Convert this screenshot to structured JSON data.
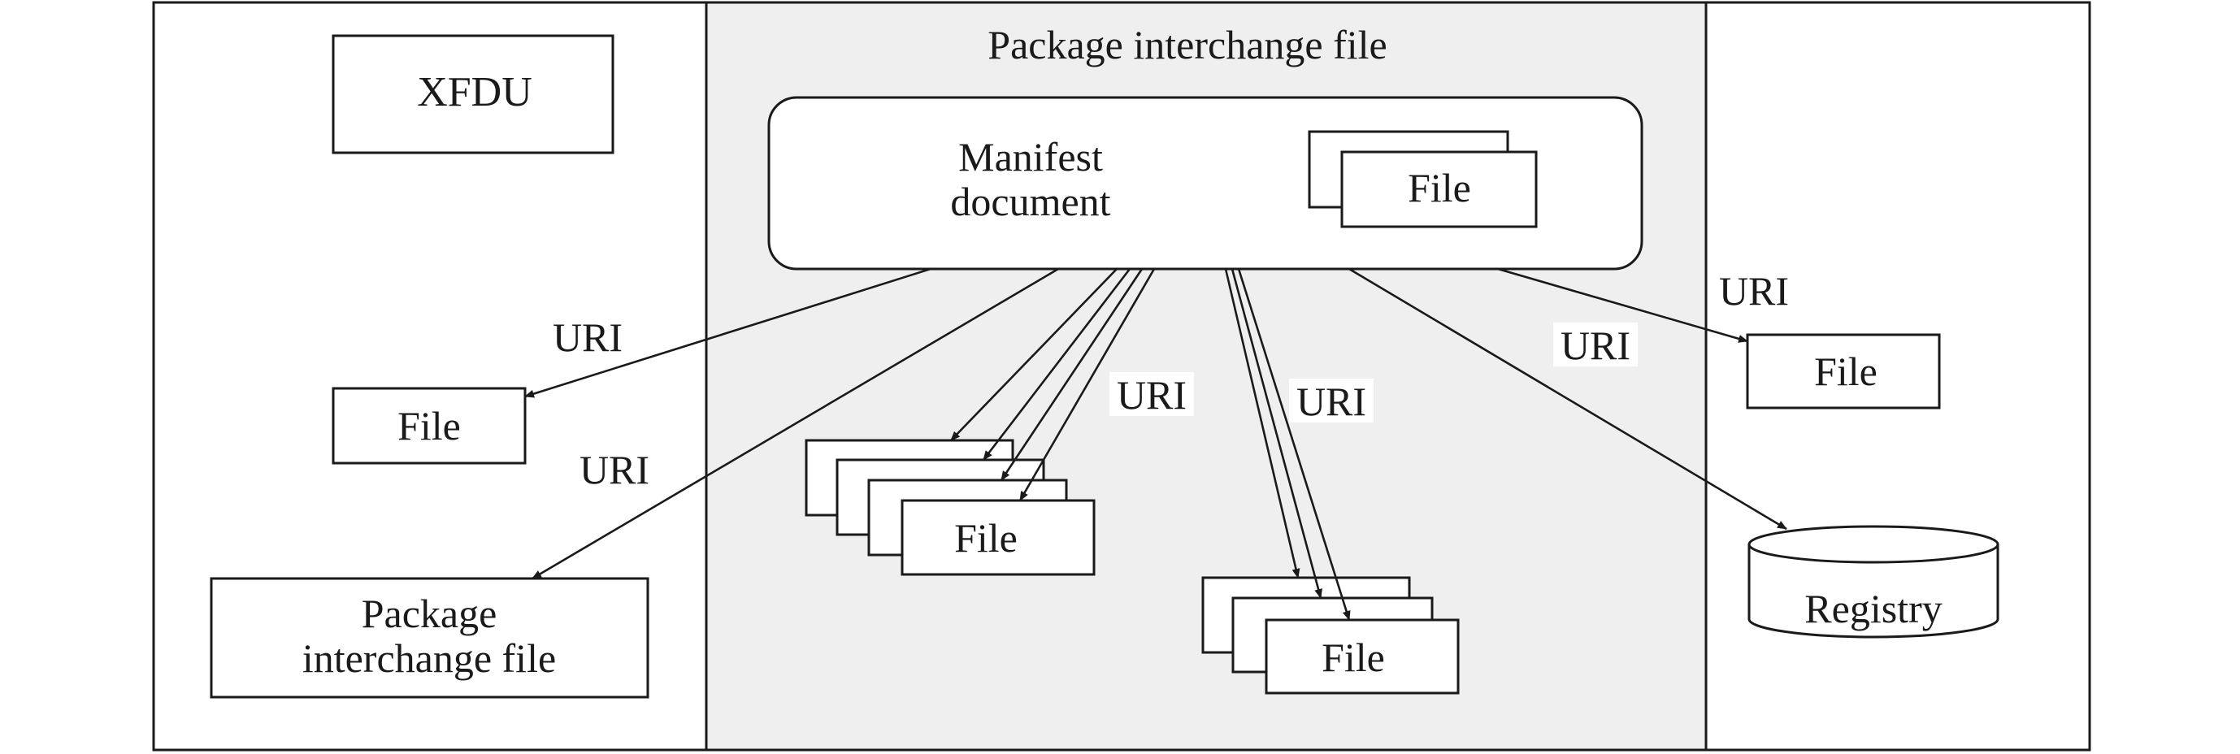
{
  "diagram": {
    "center_title": "Package interchange file",
    "xfdu_label": "XFDU",
    "manifest_label": [
      "Manifest",
      "document"
    ],
    "file_label": "File",
    "uri_label": "URI",
    "left_package_label": [
      "Package",
      "interchange file"
    ],
    "registry_label": "Registry",
    "colors": {
      "center_panel": "#efefef",
      "line": "#1a1a1a",
      "background": "#ffffff"
    }
  }
}
